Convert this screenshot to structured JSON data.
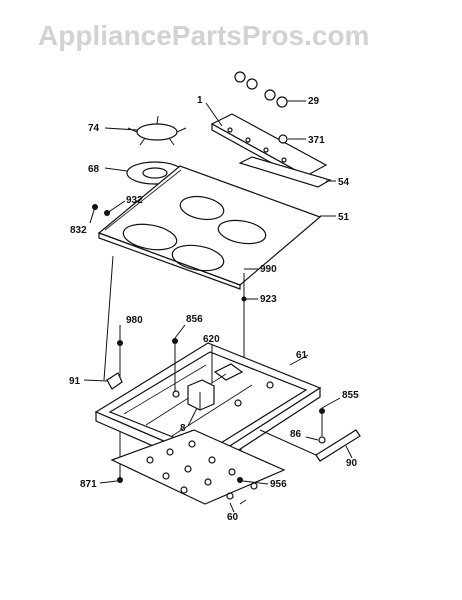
{
  "watermark": "AppliancePartsPros.com",
  "labels": {
    "l1": "1",
    "l29": "29",
    "l74": "74",
    "l371": "371",
    "l68": "68",
    "l54": "54",
    "l932": "932",
    "l832": "832",
    "l51": "51",
    "l990": "990",
    "l923": "923",
    "l980": "980",
    "l856": "856",
    "l620": "620",
    "l61": "61",
    "l91": "91",
    "l855": "855",
    "l8": "8",
    "l86": "86",
    "l90": "90",
    "l871": "871",
    "l956": "956",
    "l60": "60"
  }
}
